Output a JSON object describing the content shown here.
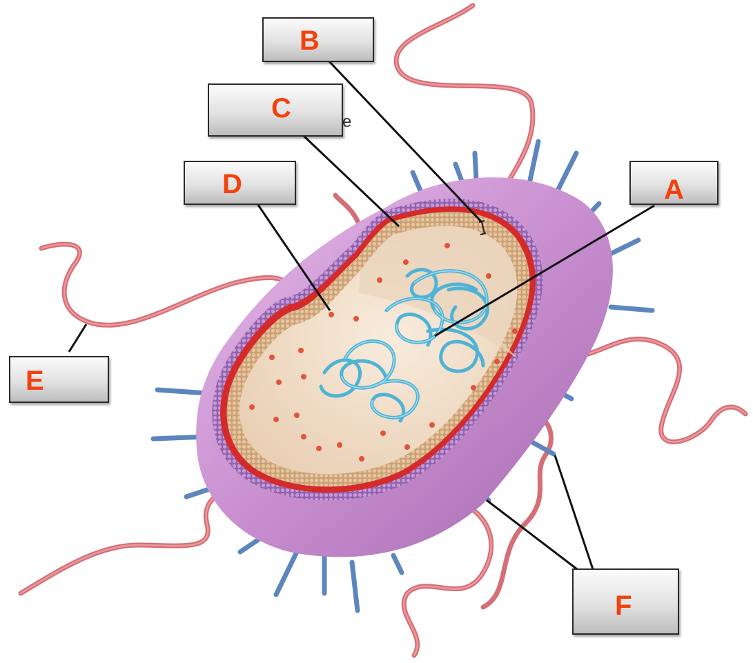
{
  "labels": {
    "A": "A",
    "B": "B",
    "C": "C",
    "D": "D",
    "E": "E",
    "F": "F"
  },
  "stray_text": "e",
  "colors": {
    "label_text": "#f2410c",
    "capsule": "#c98fd0",
    "cell_wall": "#9c62b4",
    "plasma_membrane": "#d42a2a",
    "cytoplasm": "#f1ddc6",
    "nucleoid": "#4fb3d6",
    "ribosome": "#e0553a",
    "pili": "#5d86bf",
    "flagella": "#d56f76"
  }
}
